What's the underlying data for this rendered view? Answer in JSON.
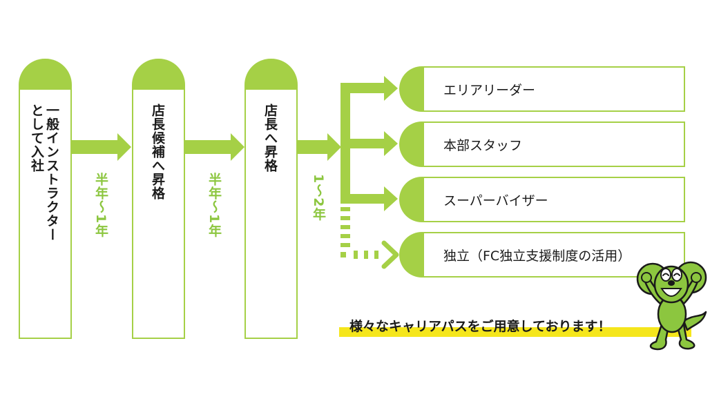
{
  "diagram": {
    "stages": [
      {
        "lines": [
          "一般インストラクター",
          "として入社"
        ]
      },
      {
        "lines": [
          "店長候補へ昇格"
        ]
      },
      {
        "lines": [
          "店長へ昇格"
        ]
      }
    ],
    "durations": [
      {
        "label": "半年～1年"
      },
      {
        "label": "半年～1年"
      },
      {
        "label": "1～2年"
      }
    ],
    "destinations": [
      {
        "label": "エリアリーダー",
        "connector": "solid"
      },
      {
        "label": "本部スタッフ",
        "connector": "solid"
      },
      {
        "label": "スーパーバイザー",
        "connector": "solid"
      },
      {
        "label": "独立（FC独立支援制度の活用）",
        "connector": "dotted"
      }
    ],
    "message": "様々なキャリアパスをご用意しております！",
    "mascot": "green-mouse-mascot-icon",
    "colors": {
      "accent": "#a5d046",
      "duration_text": "#8cc63f",
      "highlight": "#f5e61c"
    }
  }
}
